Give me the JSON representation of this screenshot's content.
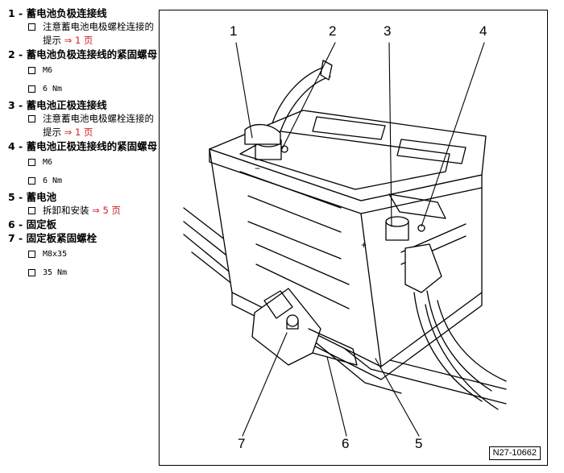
{
  "legend": {
    "items": [
      {
        "num": "1 - ",
        "text": "蓄电池负极连接线",
        "notes": [
          {
            "text": "注意蓄电池电极螺栓连接的提示",
            "ref": "⇒ 1 页"
          }
        ]
      },
      {
        "num": "2 - ",
        "text": "蓄电池负极连接线的紧固螺母",
        "notes": [
          {
            "text": "M6"
          },
          {
            "text": "6 Nm"
          }
        ]
      },
      {
        "num": "3 - ",
        "text": "蓄电池正极连接线",
        "notes": [
          {
            "text": "注意蓄电池电极螺栓连接的提示",
            "ref": "⇒ 1 页"
          }
        ]
      },
      {
        "num": "4 - ",
        "text": "蓄电池正极连接线的紧固螺母",
        "notes": [
          {
            "text": "M6"
          },
          {
            "text": "6 Nm"
          }
        ]
      },
      {
        "num": "5 - ",
        "text": "蓄电池",
        "notes": [
          {
            "text": "拆卸和安装",
            "ref": "⇒ 5 页"
          }
        ]
      },
      {
        "num": "6 - ",
        "text": "固定板",
        "notes": []
      },
      {
        "num": "7 - ",
        "text": "固定板紧固螺栓",
        "notes": [
          {
            "text": "M8x35"
          },
          {
            "text": "35 Nm"
          }
        ]
      }
    ]
  },
  "figure": {
    "callouts": [
      "1",
      "2",
      "3",
      "4",
      "5",
      "6",
      "7"
    ],
    "figure_id": "N27-10662",
    "battery_terminal_marks": [
      "−",
      "+"
    ]
  },
  "colors": {
    "reference": "#d42020",
    "line": "#000000",
    "background": "#ffffff"
  }
}
